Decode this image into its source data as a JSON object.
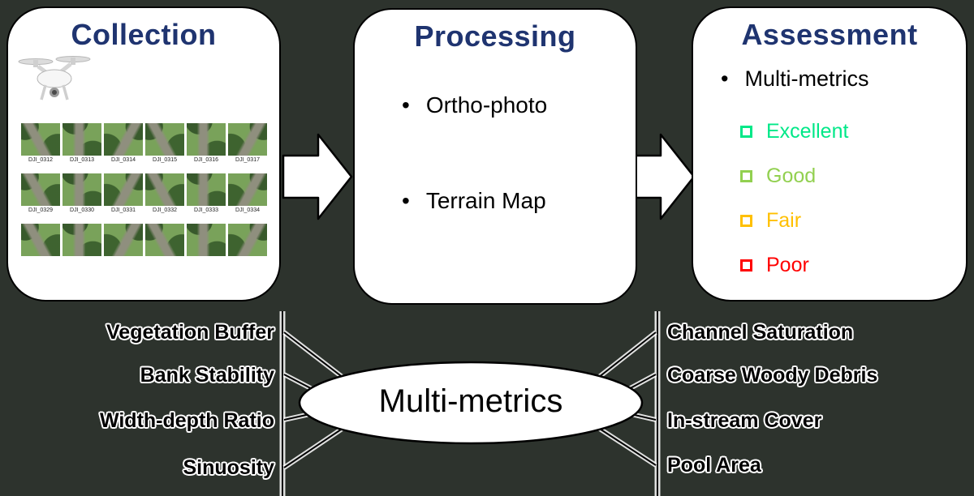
{
  "colors": {
    "background": "#2d332d",
    "title": "#1f3470",
    "box_fill": "#ffffff",
    "outline": "#000000"
  },
  "collection": {
    "title": "Collection",
    "drone_icon": "quadcopter-drone",
    "thumbnails": {
      "row1": [
        "DJI_0312",
        "DJI_0313",
        "DJI_0314",
        "DJI_0315",
        "DJI_0316",
        "DJI_0317"
      ],
      "row2": [
        "DJI_0329",
        "DJI_0330",
        "DJI_0331",
        "DJI_0332",
        "DJI_0333",
        "DJI_0334"
      ]
    }
  },
  "processing": {
    "title": "Processing",
    "items": [
      "Ortho-photo",
      "Terrain Map"
    ]
  },
  "assessment": {
    "title": "Assessment",
    "bullet": "Multi-metrics",
    "ratings": [
      {
        "label": "Excellent",
        "color": "#00e888"
      },
      {
        "label": "Good",
        "color": "#92d050"
      },
      {
        "label": "Fair",
        "color": "#ffc000"
      },
      {
        "label": "Poor",
        "color": "#ff0000"
      }
    ]
  },
  "metrics": {
    "hub": "Multi-metrics",
    "left": [
      "Vegetation Buffer",
      "Bank Stability",
      "Width-depth Ratio",
      "Sinuosity"
    ],
    "right": [
      "Channel Saturation",
      "Coarse Woody Debris",
      "In-stream Cover",
      "Pool Area"
    ]
  }
}
